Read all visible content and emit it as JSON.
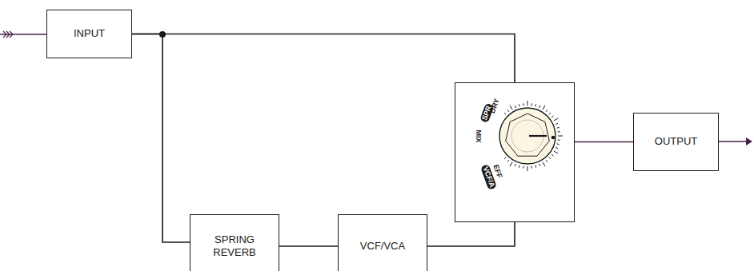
{
  "diagram": {
    "nodes": [
      {
        "text": [
          "INPUT"
        ]
      },
      {
        "text": [
          "DRY",
          "SPR",
          "MIX",
          "EFF",
          "VCF/A"
        ]
      },
      {
        "text": [
          "OUTPUT"
        ]
      },
      {
        "text": [
          "SPRING REVERB"
        ]
      },
      {
        "text": [
          "VCF/VCA"
        ]
      }
    ],
    "edges": [
      {
        "from": 0,
        "to": 1,
        "arrow": "none"
      },
      {
        "from": 0,
        "to": 3,
        "arrow": "none"
      },
      {
        "from": 3,
        "to": 4,
        "arrow": "none"
      },
      {
        "from": 4,
        "to": 1,
        "arrow": "none"
      },
      {
        "from": 1,
        "to": 2,
        "arrow": "none"
      }
    ]
  }
}
